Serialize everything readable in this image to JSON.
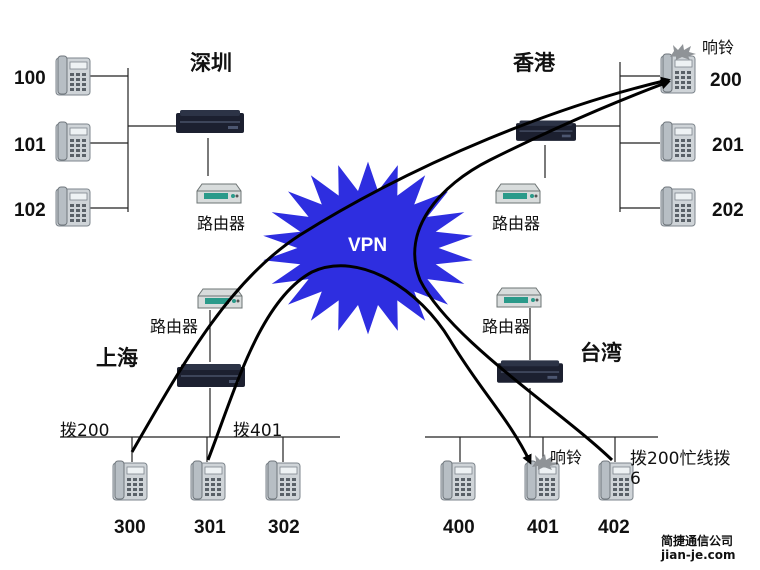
{
  "cities": {
    "shenzhen": "深圳",
    "hongkong": "香港",
    "shanghai": "上海",
    "taiwan": "台湾"
  },
  "vpn_label": "VPN",
  "router_label": "路由器",
  "ring_label": "响铃",
  "extensions": {
    "e100": "100",
    "e101": "101",
    "e102": "102",
    "e200": "200",
    "e201": "201",
    "e202": "202",
    "e300": "300",
    "e301": "301",
    "e302": "302",
    "e400": "400",
    "e401": "401",
    "e402": "402"
  },
  "annotations": {
    "dial200": "拨200",
    "dial401": "拨401",
    "busy_dial_line1": "拨200忙线拨",
    "busy_dial_line2": "6"
  },
  "brand": {
    "name": "简捷通信公司",
    "url": "jian-je.com"
  },
  "colors": {
    "vpn_cloud": "#2e2ee0",
    "device_dark": "#1c2030",
    "phone_body": "#cfd4d8",
    "router_body": "#d8dcdc",
    "router_stripe": "#2a9a8a",
    "call_path": "#000000"
  }
}
